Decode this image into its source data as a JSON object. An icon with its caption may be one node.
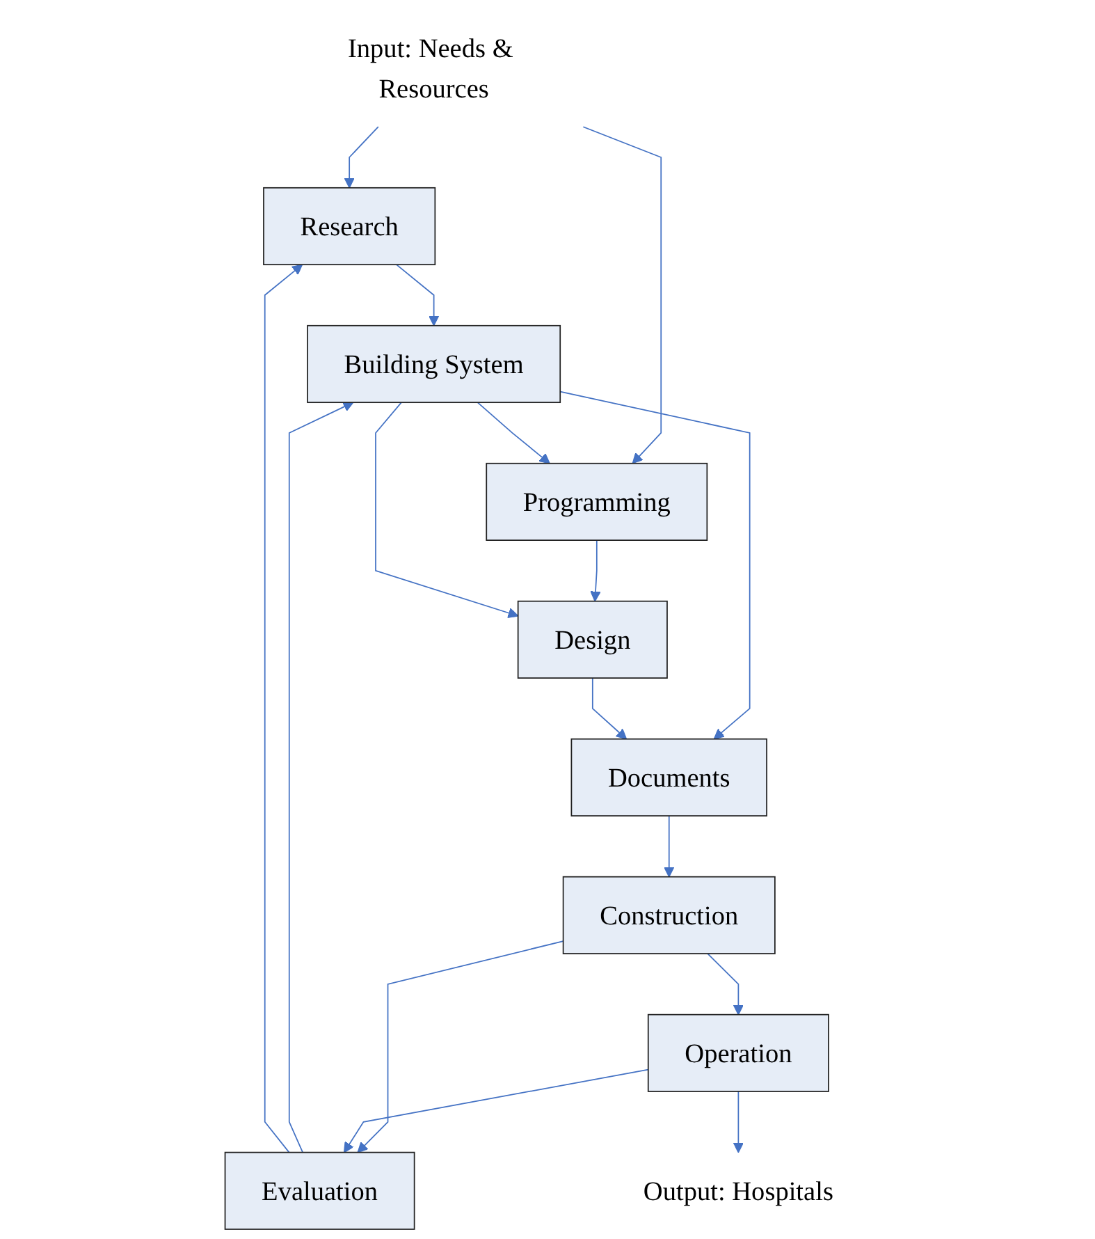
{
  "diagram": {
    "nodes": [
      {
        "text": [
          "Input: Needs & Resources"
        ]
      },
      {
        "text": [
          "Research"
        ]
      },
      {
        "text": [
          "Programming"
        ]
      },
      {
        "text": [
          "Design"
        ]
      },
      {
        "text": [
          "Documents"
        ]
      },
      {
        "text": [
          "Building System"
        ]
      },
      {
        "text": [
          "Construction"
        ]
      },
      {
        "text": [
          "Evaluation"
        ]
      },
      {
        "text": [
          "Operation"
        ]
      },
      {
        "text": [
          "Output: Hospitals"
        ]
      }
    ],
    "edges": [
      {
        "from": 0,
        "to": 1,
        "arrow": "to"
      },
      {
        "from": 0,
        "to": 2,
        "arrow": "to"
      },
      {
        "from": 1,
        "to": 5,
        "arrow": "to"
      },
      {
        "from": 2,
        "to": 3,
        "arrow": "to"
      },
      {
        "from": 5,
        "to": 2,
        "arrow": "to"
      },
      {
        "from": 5,
        "to": 3,
        "arrow": "to"
      },
      {
        "from": 5,
        "to": 4,
        "arrow": "to"
      },
      {
        "from": 3,
        "to": 4,
        "arrow": "to"
      },
      {
        "from": 4,
        "to": 6,
        "arrow": "to"
      },
      {
        "from": 6,
        "to": 7,
        "arrow": "to"
      },
      {
        "from": 6,
        "to": 8,
        "arrow": "to"
      },
      {
        "from": 8,
        "to": 7,
        "arrow": "to"
      },
      {
        "from": 7,
        "to": 5,
        "arrow": "to"
      },
      {
        "from": 7,
        "to": 1,
        "arrow": "to"
      },
      {
        "from": 8,
        "to": 9,
        "arrow": "to"
      }
    ]
  }
}
